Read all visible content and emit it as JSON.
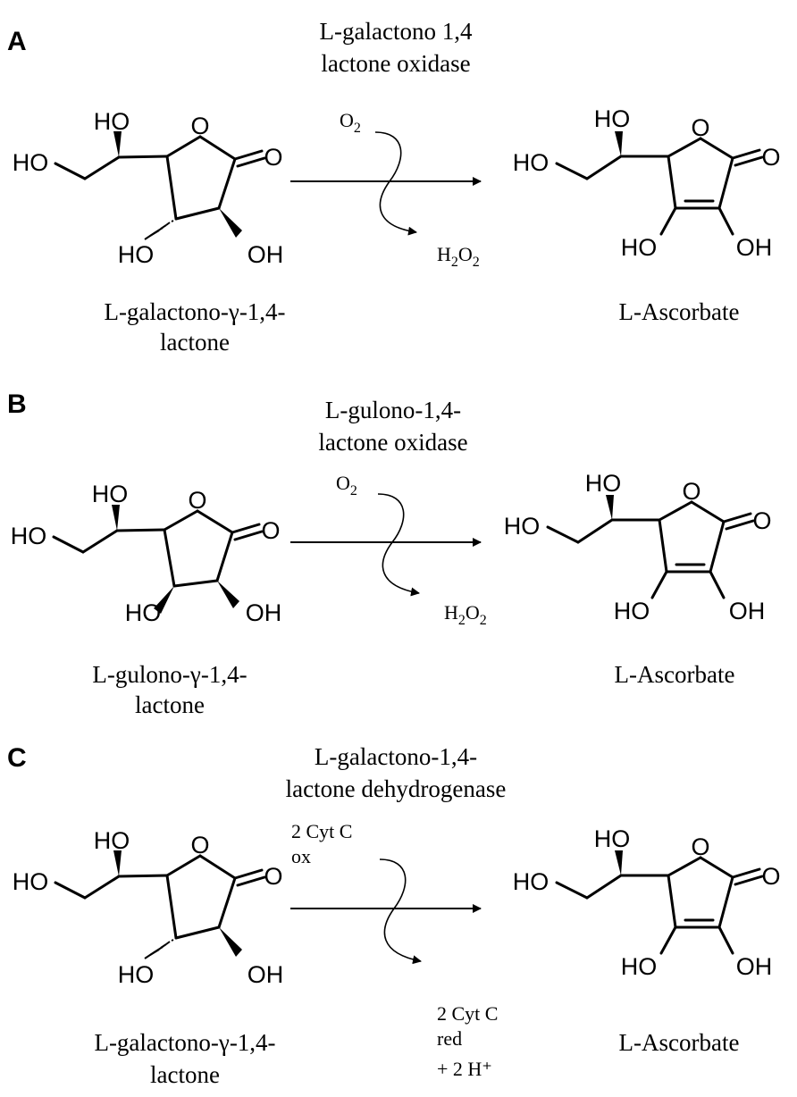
{
  "panels": [
    {
      "letter": "A",
      "enzyme_line1": "L-galactono 1,4",
      "enzyme_line2": "lactone oxidase",
      "cofactor_in": [
        "O",
        "2"
      ],
      "cofactor_out": [
        "H",
        "2",
        "O",
        "2"
      ],
      "substrate_line1": "L-galactono-γ-1,4-",
      "substrate_line2": "lactone",
      "product": "L-Ascorbate",
      "substrate_c3": "hashed"
    },
    {
      "letter": "B",
      "enzyme_line1": "L-gulono-1,4-",
      "enzyme_line2": "lactone oxidase",
      "cofactor_in": [
        "O",
        "2"
      ],
      "cofactor_out": [
        "H",
        "2",
        "O",
        "2"
      ],
      "substrate_line1": "L-gulono-γ-1,4-",
      "substrate_line2": "lactone",
      "product": "L-Ascorbate",
      "substrate_c3": "wedge"
    },
    {
      "letter": "C",
      "enzyme_line1": "L-galactono-1,4-",
      "enzyme_line2": "lactone dehydrogenase",
      "cofactor_in_line1": "2 Cyt C",
      "cofactor_in_line2": "ox",
      "cofactor_out_line1": "2 Cyt C",
      "cofactor_out_line2": "red",
      "cofactor_out_line3": "+ 2 H⁺",
      "substrate_line1": "L-galactono-γ-1,4-",
      "substrate_line2": "lactone",
      "product": "L-Ascorbate",
      "substrate_c3": "hashed"
    }
  ],
  "atoms": {
    "hydroxyl_left": "HO",
    "hydroxyl_right": "OH",
    "ring_oxygen": "O",
    "carbonyl_oxygen": "O"
  }
}
